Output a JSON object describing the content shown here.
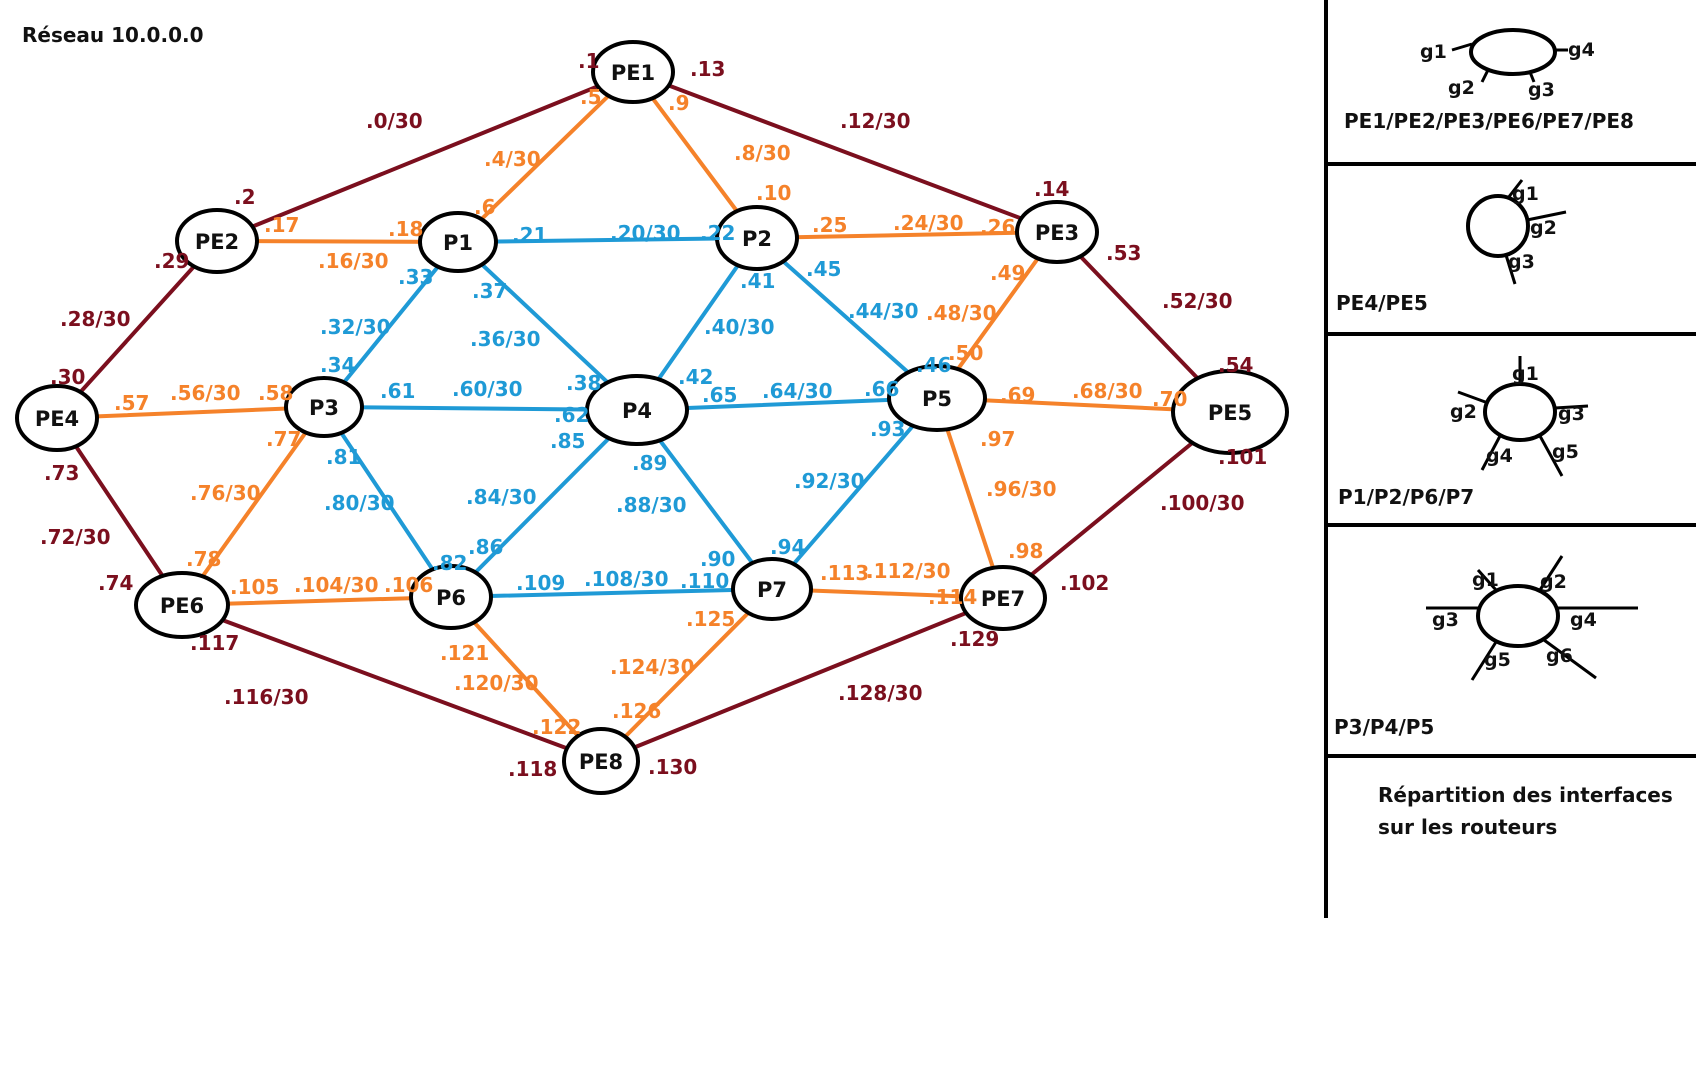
{
  "title": "Réseau 10.0.0.0",
  "colors": {
    "pe_link": "#7b0f1e",
    "orange_link": "#f5822a",
    "blue_link": "#1f9ad6",
    "node_stroke": "#000000",
    "text": "#111111"
  },
  "nodes": [
    {
      "id": "PE1",
      "label": "PE1"
    },
    {
      "id": "PE2",
      "label": "PE2"
    },
    {
      "id": "PE3",
      "label": "PE3"
    },
    {
      "id": "PE4",
      "label": "PE4"
    },
    {
      "id": "PE5",
      "label": "PE5"
    },
    {
      "id": "PE6",
      "label": "PE6"
    },
    {
      "id": "PE7",
      "label": "PE7"
    },
    {
      "id": "PE8",
      "label": "PE8"
    },
    {
      "id": "P1",
      "label": "P1"
    },
    {
      "id": "P2",
      "label": "P2"
    },
    {
      "id": "P3",
      "label": "P3"
    },
    {
      "id": "P4",
      "label": "P4"
    },
    {
      "id": "P5",
      "label": "P5"
    },
    {
      "id": "P6",
      "label": "P6"
    },
    {
      "id": "P7",
      "label": "P7"
    }
  ],
  "links": [
    {
      "from": "PE1",
      "to": "PE2",
      "color": "pe_link",
      "subnet": ".0/30",
      "ip_from": ".1",
      "ip_to": ".2"
    },
    {
      "from": "PE1",
      "to": "P1",
      "color": "orange_link",
      "subnet": ".4/30",
      "ip_from": ".5",
      "ip_to": ".6"
    },
    {
      "from": "PE1",
      "to": "P2",
      "color": "orange_link",
      "subnet": ".8/30",
      "ip_from": ".9",
      "ip_to": ".10"
    },
    {
      "from": "PE1",
      "to": "PE3",
      "color": "pe_link",
      "subnet": ".12/30",
      "ip_from": ".13",
      "ip_to": ".14"
    },
    {
      "from": "PE2",
      "to": "P1",
      "color": "orange_link",
      "subnet": ".16/30",
      "ip_from": ".17",
      "ip_to": ".18"
    },
    {
      "from": "P1",
      "to": "P2",
      "color": "blue_link",
      "subnet": ".20/30",
      "ip_from": ".21",
      "ip_to": ".22"
    },
    {
      "from": "P2",
      "to": "PE3",
      "color": "orange_link",
      "subnet": ".24/30",
      "ip_from": ".25",
      "ip_to": ".26"
    },
    {
      "from": "PE2",
      "to": "PE4",
      "color": "pe_link",
      "subnet": ".28/30",
      "ip_from": ".29",
      "ip_to": ".30"
    },
    {
      "from": "P1",
      "to": "P3",
      "color": "blue_link",
      "subnet": ".32/30",
      "ip_from": ".33",
      "ip_to": ".34"
    },
    {
      "from": "P1",
      "to": "P4",
      "color": "blue_link",
      "subnet": ".36/30",
      "ip_from": ".37",
      "ip_to": ".38"
    },
    {
      "from": "P2",
      "to": "P4",
      "color": "blue_link",
      "subnet": ".40/30",
      "ip_from": ".41",
      "ip_to": ".42"
    },
    {
      "from": "P2",
      "to": "P5",
      "color": "blue_link",
      "subnet": ".44/30",
      "ip_from": ".45",
      "ip_to": ".46"
    },
    {
      "from": "PE3",
      "to": "P5",
      "color": "orange_link",
      "subnet": ".48/30",
      "ip_from": ".49",
      "ip_to": ".50"
    },
    {
      "from": "PE3",
      "to": "PE5",
      "color": "pe_link",
      "subnet": ".52/30",
      "ip_from": ".53",
      "ip_to": ".54"
    },
    {
      "from": "PE4",
      "to": "P3",
      "color": "orange_link",
      "subnet": ".56/30",
      "ip_from": ".57",
      "ip_to": ".58"
    },
    {
      "from": "P3",
      "to": "P4",
      "color": "blue_link",
      "subnet": ".60/30",
      "ip_from": ".61",
      "ip_to": ".62"
    },
    {
      "from": "P4",
      "to": "P5",
      "color": "blue_link",
      "subnet": ".64/30",
      "ip_from": ".65",
      "ip_to": ".66"
    },
    {
      "from": "P5",
      "to": "PE5",
      "color": "orange_link",
      "subnet": ".68/30",
      "ip_from": ".69",
      "ip_to": ".70"
    },
    {
      "from": "PE4",
      "to": "PE6",
      "color": "pe_link",
      "subnet": ".72/30",
      "ip_from": ".73",
      "ip_to": ".74"
    },
    {
      "from": "P3",
      "to": "PE6",
      "color": "orange_link",
      "subnet": ".76/30",
      "ip_from": ".77",
      "ip_to": ".78"
    },
    {
      "from": "P3",
      "to": "P6",
      "color": "blue_link",
      "subnet": ".80/30",
      "ip_from": ".81",
      "ip_to": ".82"
    },
    {
      "from": "P4",
      "to": "P6",
      "color": "blue_link",
      "subnet": ".84/30",
      "ip_from": ".85",
      "ip_to": ".86"
    },
    {
      "from": "P4",
      "to": "P7",
      "color": "blue_link",
      "subnet": ".88/30",
      "ip_from": ".89",
      "ip_to": ".90"
    },
    {
      "from": "P5",
      "to": "P7",
      "color": "blue_link",
      "subnet": ".92/30",
      "ip_from": ".93",
      "ip_to": ".94"
    },
    {
      "from": "P5",
      "to": "PE7",
      "color": "orange_link",
      "subnet": ".96/30",
      "ip_from": ".97",
      "ip_to": ".98"
    },
    {
      "from": "PE5",
      "to": "PE7",
      "color": "pe_link",
      "subnet": ".100/30",
      "ip_from": ".101",
      "ip_to": ".102"
    },
    {
      "from": "PE6",
      "to": "P6",
      "color": "orange_link",
      "subnet": ".104/30",
      "ip_from": ".105",
      "ip_to": ".106"
    },
    {
      "from": "P6",
      "to": "P7",
      "color": "blue_link",
      "subnet": ".108/30",
      "ip_from": ".109",
      "ip_to": ".110"
    },
    {
      "from": "P7",
      "to": "PE7",
      "color": "orange_link",
      "subnet": ".112/30",
      "ip_from": ".113",
      "ip_to": ".114"
    },
    {
      "from": "PE6",
      "to": "PE8",
      "color": "pe_link",
      "subnet": ".116/30",
      "ip_from": ".117",
      "ip_to": ".118"
    },
    {
      "from": "P6",
      "to": "PE8",
      "color": "orange_link",
      "subnet": ".120/30",
      "ip_from": ".121",
      "ip_to": ".122"
    },
    {
      "from": "P7",
      "to": "PE8",
      "color": "orange_link",
      "subnet": ".124/30",
      "ip_from": ".125",
      "ip_to": ".126"
    },
    {
      "from": "PE7",
      "to": "PE8",
      "color": "pe_link",
      "subnet": ".128/30",
      "ip_from": ".129",
      "ip_to": ".130"
    }
  ],
  "legend": {
    "boxes": [
      {
        "caption": "PE1/PE2/PE3/PE6/PE7/PE8",
        "ports": [
          "g1",
          "g4",
          "g2",
          "g3"
        ]
      },
      {
        "caption": "PE4/PE5",
        "ports": [
          "g1",
          "g2",
          "g3"
        ]
      },
      {
        "caption": "P1/P2/P6/P7",
        "ports": [
          "g1",
          "g2",
          "g3",
          "g4",
          "g5"
        ]
      },
      {
        "caption": "P3/P4/P5",
        "ports": [
          "g1",
          "g2",
          "g3",
          "g4",
          "g5",
          "g6"
        ]
      }
    ],
    "note_line1": "Répartition des interfaces",
    "note_line2": "sur les routeurs"
  }
}
